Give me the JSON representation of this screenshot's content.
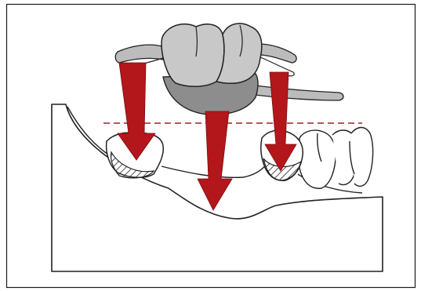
{
  "colors": {
    "frame": "#1a1a1a",
    "outline": "#222222",
    "crown_light": "#c8c8c8",
    "crown_base": "#8d8d8d",
    "clasp": "#bcbcbc",
    "arrow": "#b3171b",
    "reference_line": "#a02020"
  },
  "elements": {
    "arrows": [
      "left-abutment-force-arrow",
      "center-ridge-force-arrow",
      "right-abutment-force-arrow"
    ],
    "reference_line": "occlusal-plane-dashed-line"
  }
}
